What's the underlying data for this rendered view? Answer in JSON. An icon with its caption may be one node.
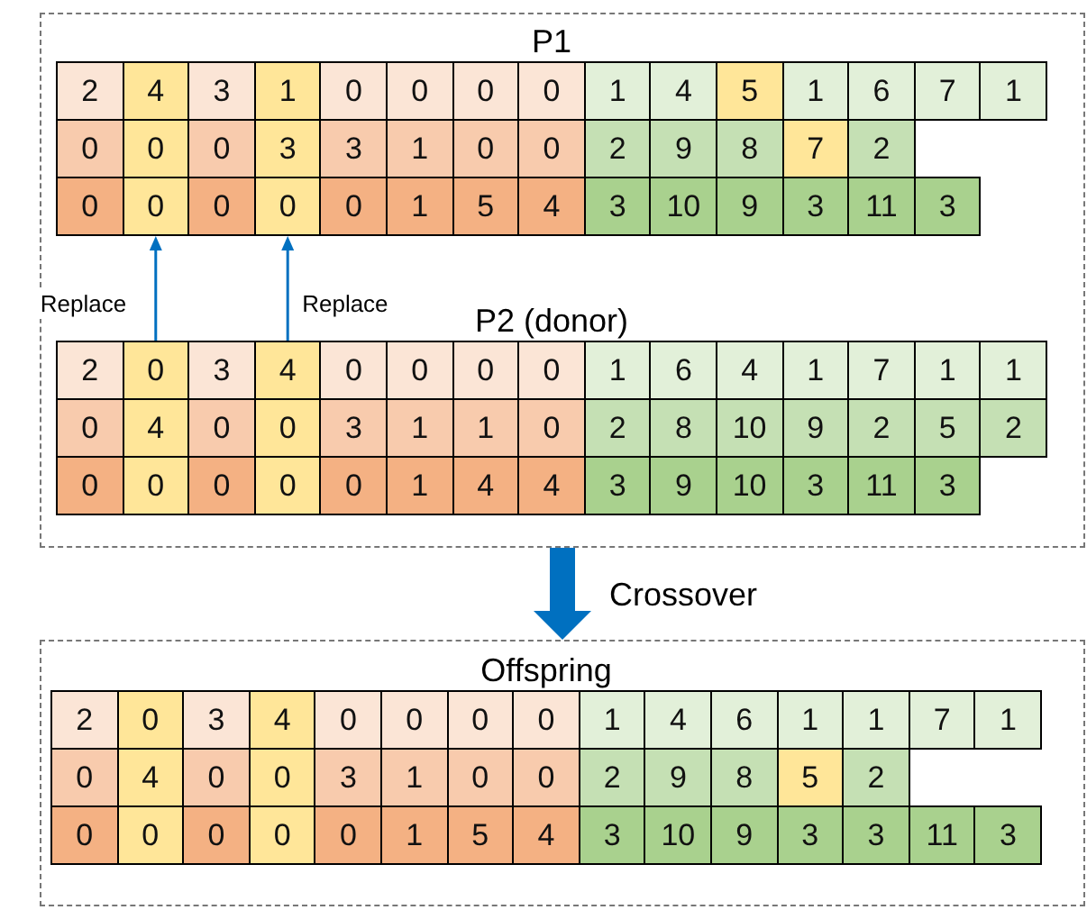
{
  "diagram": {
    "nodes": [
      {
        "text": [],
        "shape": "box"
      },
      {
        "text": [
          "P1"
        ],
        "in": 0
      },
      {
        "text": [
          "2"
        ],
        "in": 1
      },
      {
        "text": [
          "4"
        ],
        "in": 1
      },
      {
        "text": [
          "3"
        ],
        "in": 1
      },
      {
        "text": [
          "1"
        ],
        "in": 1
      },
      {
        "text": [
          "0"
        ],
        "in": 1
      },
      {
        "text": [
          "0"
        ],
        "in": 1
      },
      {
        "text": [
          "0"
        ],
        "in": 1
      },
      {
        "text": [
          "0"
        ],
        "in": 1
      },
      {
        "text": [
          "1"
        ],
        "in": 1
      },
      {
        "text": [
          "4"
        ],
        "in": 1
      },
      {
        "text": [
          "5"
        ],
        "in": 1
      },
      {
        "text": [
          "1"
        ],
        "in": 1
      },
      {
        "text": [
          "6"
        ],
        "in": 1
      },
      {
        "text": [
          "7"
        ],
        "in": 1
      },
      {
        "text": [
          "1"
        ],
        "in": 1
      },
      {
        "text": [
          "0"
        ],
        "in": 1
      },
      {
        "text": [
          "0"
        ],
        "in": 1
      },
      {
        "text": [
          "0"
        ],
        "in": 1
      },
      {
        "text": [
          "3"
        ],
        "in": 1
      },
      {
        "text": [
          "3"
        ],
        "in": 1
      },
      {
        "text": [
          "1"
        ],
        "in": 1
      },
      {
        "text": [
          "0"
        ],
        "in": 1
      },
      {
        "text": [
          "0"
        ],
        "in": 1
      },
      {
        "text": [
          "2"
        ],
        "in": 1
      },
      {
        "text": [
          "9"
        ],
        "in": 1
      },
      {
        "text": [
          "8"
        ],
        "in": 1
      },
      {
        "text": [
          "7"
        ],
        "in": 1
      },
      {
        "text": [
          "2"
        ],
        "in": 1
      },
      {
        "text": [
          "0"
        ],
        "in": 1
      },
      {
        "text": [
          "0"
        ],
        "in": 1
      },
      {
        "text": [
          "0"
        ],
        "in": 1
      },
      {
        "text": [
          "0"
        ],
        "in": 1
      },
      {
        "text": [
          "0"
        ],
        "in": 1
      },
      {
        "text": [
          "1"
        ],
        "in": 1
      },
      {
        "text": [
          "5"
        ],
        "in": 1
      },
      {
        "text": [
          "4"
        ],
        "in": 1
      },
      {
        "text": [
          "3"
        ],
        "in": 1
      },
      {
        "text": [
          "10"
        ],
        "in": 1
      },
      {
        "text": [
          "9"
        ],
        "in": 1
      },
      {
        "text": [
          "3"
        ],
        "in": 1
      },
      {
        "text": [
          "11"
        ],
        "in": 1
      },
      {
        "text": [
          "3"
        ],
        "in": 1
      },
      {
        "text": [
          "P2 (donor)"
        ],
        "in": 0
      },
      {
        "text": [
          "2"
        ],
        "in": 44
      },
      {
        "text": [
          "0"
        ],
        "in": 44
      },
      {
        "text": [
          "3"
        ],
        "in": 44
      },
      {
        "text": [
          "4"
        ],
        "in": 44
      },
      {
        "text": [
          "0"
        ],
        "in": 44
      },
      {
        "text": [
          "0"
        ],
        "in": 44
      },
      {
        "text": [
          "0"
        ],
        "in": 44
      },
      {
        "text": [
          "0"
        ],
        "in": 44
      },
      {
        "text": [
          "1"
        ],
        "in": 44
      },
      {
        "text": [
          "6"
        ],
        "in": 44
      },
      {
        "text": [
          "4"
        ],
        "in": 44
      },
      {
        "text": [
          "1"
        ],
        "in": 44
      },
      {
        "text": [
          "7"
        ],
        "in": 44
      },
      {
        "text": [
          "1"
        ],
        "in": 44
      },
      {
        "text": [
          "1"
        ],
        "in": 44
      },
      {
        "text": [
          "0"
        ],
        "in": 44
      },
      {
        "text": [
          "4"
        ],
        "in": 44
      },
      {
        "text": [
          "0"
        ],
        "in": 44
      },
      {
        "text": [
          "0"
        ],
        "in": 44
      },
      {
        "text": [
          "3"
        ],
        "in": 44
      },
      {
        "text": [
          "1"
        ],
        "in": 44
      },
      {
        "text": [
          "1"
        ],
        "in": 44
      },
      {
        "text": [
          "0"
        ],
        "in": 44
      },
      {
        "text": [
          "2"
        ],
        "in": 44
      },
      {
        "text": [
          "8"
        ],
        "in": 44
      },
      {
        "text": [
          "10"
        ],
        "in": 44
      },
      {
        "text": [
          "9"
        ],
        "in": 44
      },
      {
        "text": [
          "2"
        ],
        "in": 44
      },
      {
        "text": [
          "5"
        ],
        "in": 44
      },
      {
        "text": [
          "2"
        ],
        "in": 44
      },
      {
        "text": [
          "0"
        ],
        "in": 44
      },
      {
        "text": [
          "0"
        ],
        "in": 44
      },
      {
        "text": [
          "0"
        ],
        "in": 44
      },
      {
        "text": [
          "0"
        ],
        "in": 44
      },
      {
        "text": [
          "0"
        ],
        "in": 44
      },
      {
        "text": [
          "1"
        ],
        "in": 44
      },
      {
        "text": [
          "4"
        ],
        "in": 44
      },
      {
        "text": [
          "4"
        ],
        "in": 44
      },
      {
        "text": [
          "3"
        ],
        "in": 44
      },
      {
        "text": [
          "9"
        ],
        "in": 44
      },
      {
        "text": [
          "10"
        ],
        "in": 44
      },
      {
        "text": [
          "3"
        ],
        "in": 44
      },
      {
        "text": [
          "11"
        ],
        "in": 44
      },
      {
        "text": [
          "3"
        ],
        "in": 44
      },
      {
        "text": [],
        "shape": "box"
      },
      {
        "text": [
          "Offspring"
        ],
        "in": 89
      },
      {
        "text": [
          "2"
        ],
        "in": 90
      },
      {
        "text": [
          "0"
        ],
        "in": 90
      },
      {
        "text": [
          "3"
        ],
        "in": 90
      },
      {
        "text": [
          "4"
        ],
        "in": 90
      },
      {
        "text": [
          "0"
        ],
        "in": 90
      },
      {
        "text": [
          "0"
        ],
        "in": 90
      },
      {
        "text": [
          "0"
        ],
        "in": 90
      },
      {
        "text": [
          "0"
        ],
        "in": 90
      },
      {
        "text": [
          "1"
        ],
        "in": 90
      },
      {
        "text": [
          "4"
        ],
        "in": 90
      },
      {
        "text": [
          "6"
        ],
        "in": 90
      },
      {
        "text": [
          "1"
        ],
        "in": 90
      },
      {
        "text": [
          "1"
        ],
        "in": 90
      },
      {
        "text": [
          "7"
        ],
        "in": 90
      },
      {
        "text": [
          "1"
        ],
        "in": 90
      },
      {
        "text": [
          "0"
        ],
        "in": 90
      },
      {
        "text": [
          "4"
        ],
        "in": 90
      },
      {
        "text": [
          "0"
        ],
        "in": 90
      },
      {
        "text": [
          "0"
        ],
        "in": 90
      },
      {
        "text": [
          "3"
        ],
        "in": 90
      },
      {
        "text": [
          "1"
        ],
        "in": 90
      },
      {
        "text": [
          "0"
        ],
        "in": 90
      },
      {
        "text": [
          "0"
        ],
        "in": 90
      },
      {
        "text": [
          "2"
        ],
        "in": 90
      },
      {
        "text": [
          "9"
        ],
        "in": 90
      },
      {
        "text": [
          "8"
        ],
        "in": 90
      },
      {
        "text": [
          "5"
        ],
        "in": 90
      },
      {
        "text": [
          "2"
        ],
        "in": 90
      },
      {
        "text": [
          "0"
        ],
        "in": 90
      },
      {
        "text": [
          "0"
        ],
        "in": 90
      },
      {
        "text": [
          "0"
        ],
        "in": 90
      },
      {
        "text": [
          "0"
        ],
        "in": 90
      },
      {
        "text": [
          "0"
        ],
        "in": 90
      },
      {
        "text": [
          "1"
        ],
        "in": 90
      },
      {
        "text": [
          "5"
        ],
        "in": 90
      },
      {
        "text": [
          "4"
        ],
        "in": 90
      },
      {
        "text": [
          "3"
        ],
        "in": 90
      },
      {
        "text": [
          "10"
        ],
        "in": 90
      },
      {
        "text": [
          "9"
        ],
        "in": 90
      },
      {
        "text": [
          "3"
        ],
        "in": 90
      },
      {
        "text": [
          "3"
        ],
        "in": 90
      },
      {
        "text": [
          "11"
        ],
        "in": 90
      },
      {
        "text": [
          "3"
        ],
        "in": 90
      }
    ],
    "edges": [
      {
        "from": 46,
        "to": 31,
        "arrow": "to",
        "label": "Replace"
      },
      {
        "from": 48,
        "to": 33,
        "arrow": "to",
        "label": "Replace"
      },
      {
        "from": 0,
        "to": 89,
        "arrow": "to",
        "label": "Crossover",
        "style": "thick"
      }
    ]
  }
}
